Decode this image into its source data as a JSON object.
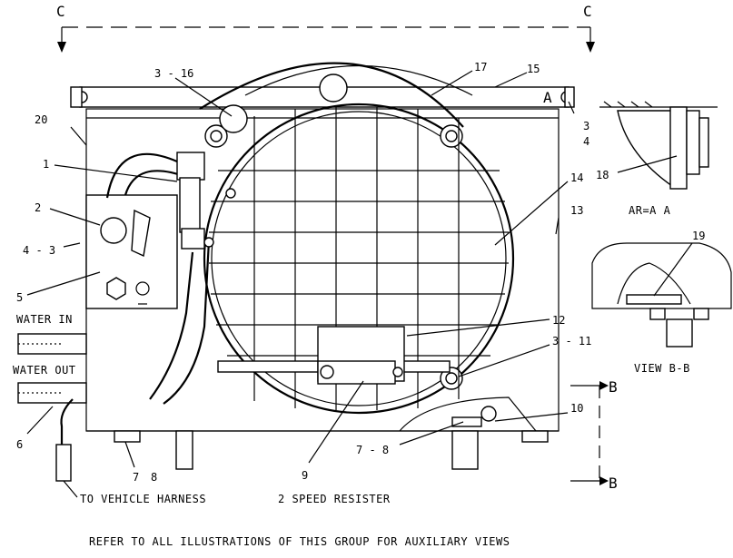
{
  "section_markers": {
    "left": "C",
    "right": "C",
    "view_arrow_top": "B",
    "view_arrow_bottom": "B"
  },
  "callouts": {
    "c3_16": "3 - 16",
    "c17": "17",
    "c15": "15",
    "cA": "A",
    "c3": "3",
    "c4": "4",
    "c20": "20",
    "c1": "1",
    "c2": "2",
    "c4_3": "4 - 3",
    "c5": "5",
    "c18": "18",
    "c14": "14",
    "c13": "13",
    "c19": "19",
    "c12": "12",
    "c3_11": "3 - 11",
    "c10": "10",
    "c7_8_right": "7 - 8",
    "c9": "9",
    "c6": "6",
    "c7": "7",
    "c8": "8"
  },
  "labels": {
    "water_in": "WATER IN",
    "water_out": "WATER OUT",
    "area_a": "AR=A  A",
    "view_bb": "VIEW B-B",
    "to_vehicle_harness": "TO VEHICLE HARNESS",
    "two_speed_resister": "2 SPEED RESISTER",
    "footer": "REFER TO ALL ILLUSTRATIONS OF THIS GROUP FOR AUXILIARY VIEWS"
  }
}
